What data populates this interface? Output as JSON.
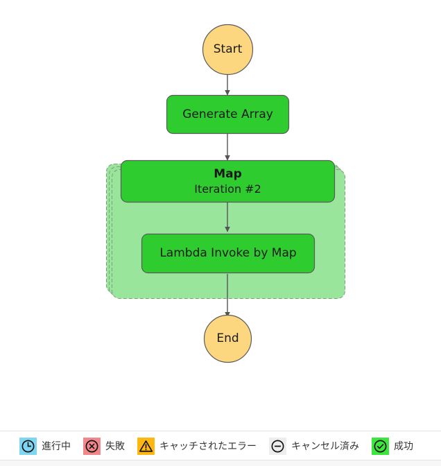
{
  "graph": {
    "nodes": [
      {
        "id": "start",
        "type": "terminal",
        "label": "Start",
        "status": "succeeded",
        "fill": "#FCD77F",
        "stroke": "#5a5a5a"
      },
      {
        "id": "generate-array",
        "type": "task",
        "label": "Generate Array",
        "status": "succeeded",
        "fill": "#2ECC2E",
        "stroke": "#5a5a5a"
      },
      {
        "id": "map",
        "type": "map",
        "label": "Map",
        "sublabel": "Iteration #2",
        "status": "succeeded",
        "fill": "#2ECC2E",
        "stroke": "#5a5a5a",
        "container_fill": "#98E59B",
        "container_stroke": "#7c9c7e"
      },
      {
        "id": "lambda-invoke-by-map",
        "type": "task",
        "label": "Lambda Invoke by Map",
        "status": "succeeded",
        "fill": "#2ECC2E",
        "stroke": "#5a5a5a"
      },
      {
        "id": "end",
        "type": "terminal",
        "label": "End",
        "status": "succeeded",
        "fill": "#FCD77F",
        "stroke": "#5a5a5a"
      }
    ],
    "edges": [
      {
        "from": "start",
        "to": "generate-array"
      },
      {
        "from": "generate-array",
        "to": "map"
      },
      {
        "from": "map",
        "to": "lambda-invoke-by-map"
      },
      {
        "from": "lambda-invoke-by-map",
        "to": "end"
      }
    ],
    "edge_color": "#555555"
  },
  "legend": {
    "items": [
      {
        "key": "in-progress",
        "label": "進行中",
        "icon": "clock-icon",
        "icon_bg": "#7FD6F2",
        "icon_fg": "#111111"
      },
      {
        "key": "failed",
        "label": "失敗",
        "icon": "cross-circle-icon",
        "icon_bg": "#F1868B",
        "icon_fg": "#111111"
      },
      {
        "key": "caught-error",
        "label": "キャッチされたエラー",
        "icon": "warning-triangle-icon",
        "icon_bg": "#FFB713",
        "icon_fg": "#111111"
      },
      {
        "key": "cancelled",
        "label": "キャンセル済み",
        "icon": "minus-circle-icon",
        "icon_bg": "#EDEDED",
        "icon_fg": "#111111"
      },
      {
        "key": "succeeded",
        "label": "成功",
        "icon": "check-circle-icon",
        "icon_bg": "#3CE63C",
        "icon_fg": "#111111"
      }
    ]
  }
}
